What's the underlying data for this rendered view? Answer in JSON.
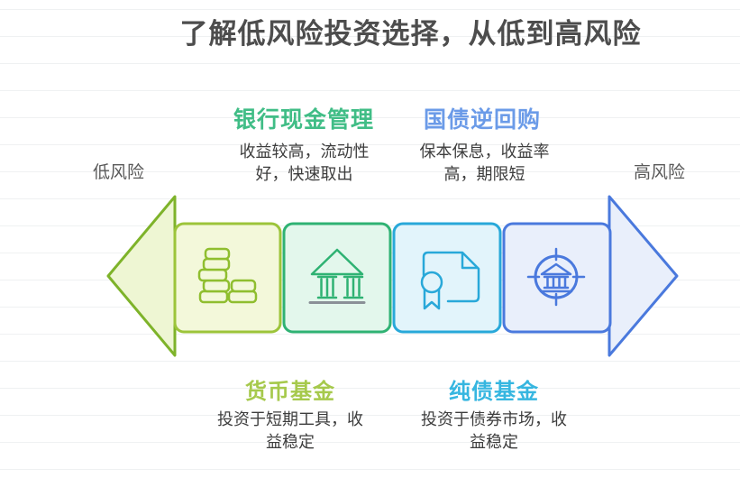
{
  "title": "了解低风险投资选择，从低到高风险",
  "risk_scale": {
    "left": "低风险",
    "right": "高风险"
  },
  "labels_top": [
    {
      "title": "银行现金管理",
      "description": "收益较高，流动性好，快速取出",
      "color": "#40bd86"
    },
    {
      "title": "国债逆回购",
      "description": "保本保息，收益率高，期限短",
      "color": "#6b9be8"
    }
  ],
  "labels_bottom": [
    {
      "title": "货币基金",
      "description": "投资于短期工具，收益稳定",
      "color": "#a6c94c"
    },
    {
      "title": "纯债基金",
      "description": "投资于债券市场，收益稳定",
      "color": "#36b6e0"
    }
  ],
  "diagram": {
    "direction_left_icon": "left-arrow-icon",
    "direction_right_icon": "right-arrow-icon",
    "boxes": [
      {
        "icon": "coins-stack-icon"
      },
      {
        "icon": "bank-building-icon"
      },
      {
        "icon": "certificate-badge-icon"
      },
      {
        "icon": "bank-target-icon"
      }
    ]
  },
  "colors": {
    "title_text": "#4d4d4d",
    "body_text": "#3d3d3d",
    "risk_text": "#595959",
    "line": "#eff1f2",
    "arrow_left_fill": "#eef6d3",
    "arrow_left_stroke": "#7eb32a",
    "arrow_right_fill": "#e9effb",
    "arrow_right_stroke": "#4a79dd",
    "box_coins_fill": "#f3f8da",
    "box_coins_stroke": "#9cc43a",
    "icon_coins_stroke": "#8fbe2f",
    "box_bank_fill": "#e3f7ec",
    "box_bank_stroke": "#2fb273",
    "box_cert_fill": "#e2f4fb",
    "box_cert_stroke": "#28a8d9",
    "box_target_fill": "#e9effb",
    "box_target_stroke": "#4a79dd",
    "icon_base_gray": "#8a9097"
  }
}
